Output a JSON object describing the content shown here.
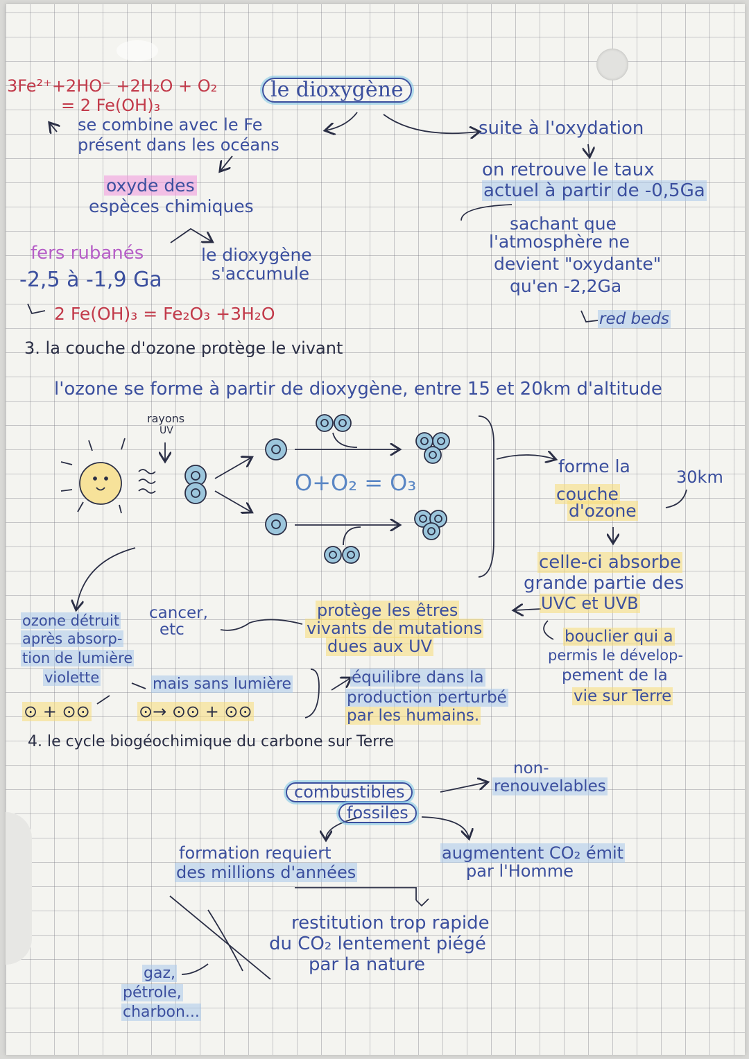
{
  "section1": {
    "equation_line1": "3Fe²⁺+2HO⁻ +2H₂O + O₂",
    "equation_line2": "= 2 Fe(OH)₃",
    "title": "le dioxygène",
    "combine_line1": "se combine avec le Fe",
    "combine_line2": "présent dans les océans",
    "oxyde_line1": "oxyde des",
    "oxyde_line2": "espèces chimiques",
    "fers_rubanes": "fers rubanés",
    "fers_rubanes_dates": "-2,5 à -1,9 Ga",
    "accumule_line1": "le dioxygène",
    "accumule_line2": "s'accumule",
    "equation3": "2 Fe(OH)₃ = Fe₂O₃ +3H₂O",
    "suite": "suite à l'oxydation",
    "taux_line1": "on retrouve le taux",
    "taux_line2": "actuel à partir de -0,5Ga",
    "sachant_line1": "sachant que",
    "sachant_line2": "l'atmosphère ne",
    "sachant_line3": "devient \"oxydante\"",
    "sachant_line4": "qu'en -2,2Ga",
    "red_beds": "red beds"
  },
  "section3": {
    "heading": "3. la couche d'ozone protège le vivant",
    "intro": "l'ozone se forme à partir de dioxygène, entre 15 et 20km d'altitude",
    "rayons_line1": "rayons",
    "rayons_line2": "UV",
    "formula": "O+O₂ = O₃",
    "forme_line1": "forme la",
    "forme_line2": "couche",
    "forme_line3": "d'ozone",
    "altitude": "30km",
    "absorbe_line1": "celle-ci absorbe",
    "absorbe_line2": "grande partie des",
    "absorbe_line3": "UVC et UVB",
    "bouclier_line1": "bouclier qui a",
    "bouclier_line2": "permis le dévelop-",
    "bouclier_line3": "pement de la",
    "bouclier_line4": "vie sur Terre",
    "protege_line1": "protège les êtres",
    "protege_line2": "vivants de mutations",
    "protege_line3": "dues aux UV",
    "cancer_line1": "cancer,",
    "cancer_line2": "etc",
    "detruit_line1": "ozone détruit",
    "detruit_line2": "après absorp-",
    "detruit_line3": "tion de lumière",
    "detruit_line4": "violette",
    "sans_lumiere": "mais sans lumière",
    "equilibre_line1": "équilibre dans la",
    "equilibre_line2": "production perturbé",
    "equilibre_line3": "par les humains.",
    "reaction_left": "⊙ + ⊙⊙",
    "reaction_mid": "⊙→ ⊙⊙ + ⊙⊙"
  },
  "section4": {
    "heading": "4. le cycle biogéochimique du carbone sur Terre",
    "combustibles_line1": "combustibles",
    "combustibles_line2": "fossiles",
    "non_renouv_line1": "non-",
    "non_renouv_line2": "renouvelables",
    "formation_line1": "formation requiert",
    "formation_line2": "des millions d'années",
    "augmentent_line1": "augmentent CO₂ émit",
    "augmentent_line2": "par l'Homme",
    "restitution_line1": "restitution trop rapide",
    "restitution_line2": "du CO₂ lentement piégé",
    "restitution_line3": "par la nature",
    "exemples_line1": "gaz,",
    "exemples_line2": "pétrole,",
    "exemples_line3": "charbon..."
  }
}
